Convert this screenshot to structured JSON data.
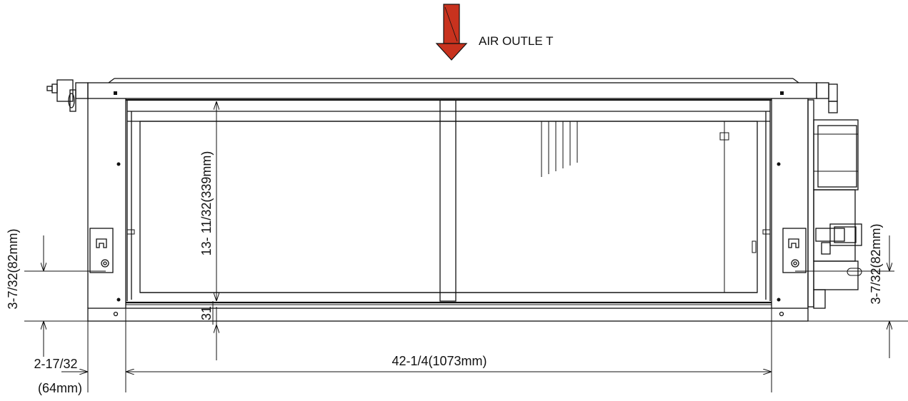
{
  "airflow": {
    "label": "AIR OUTLE  T",
    "arrow_color": "#c8321e"
  },
  "dimensions": {
    "height_inner": "13- 11/32(339mm)",
    "gap_bottom": "31",
    "mount_left": "3-7/32(82mm)",
    "mount_right": "3-7/32(82mm)",
    "width_total": "42-1/4(1073mm)",
    "offset_left_in": "2-17/32",
    "offset_left_mm": "(64mm)"
  }
}
